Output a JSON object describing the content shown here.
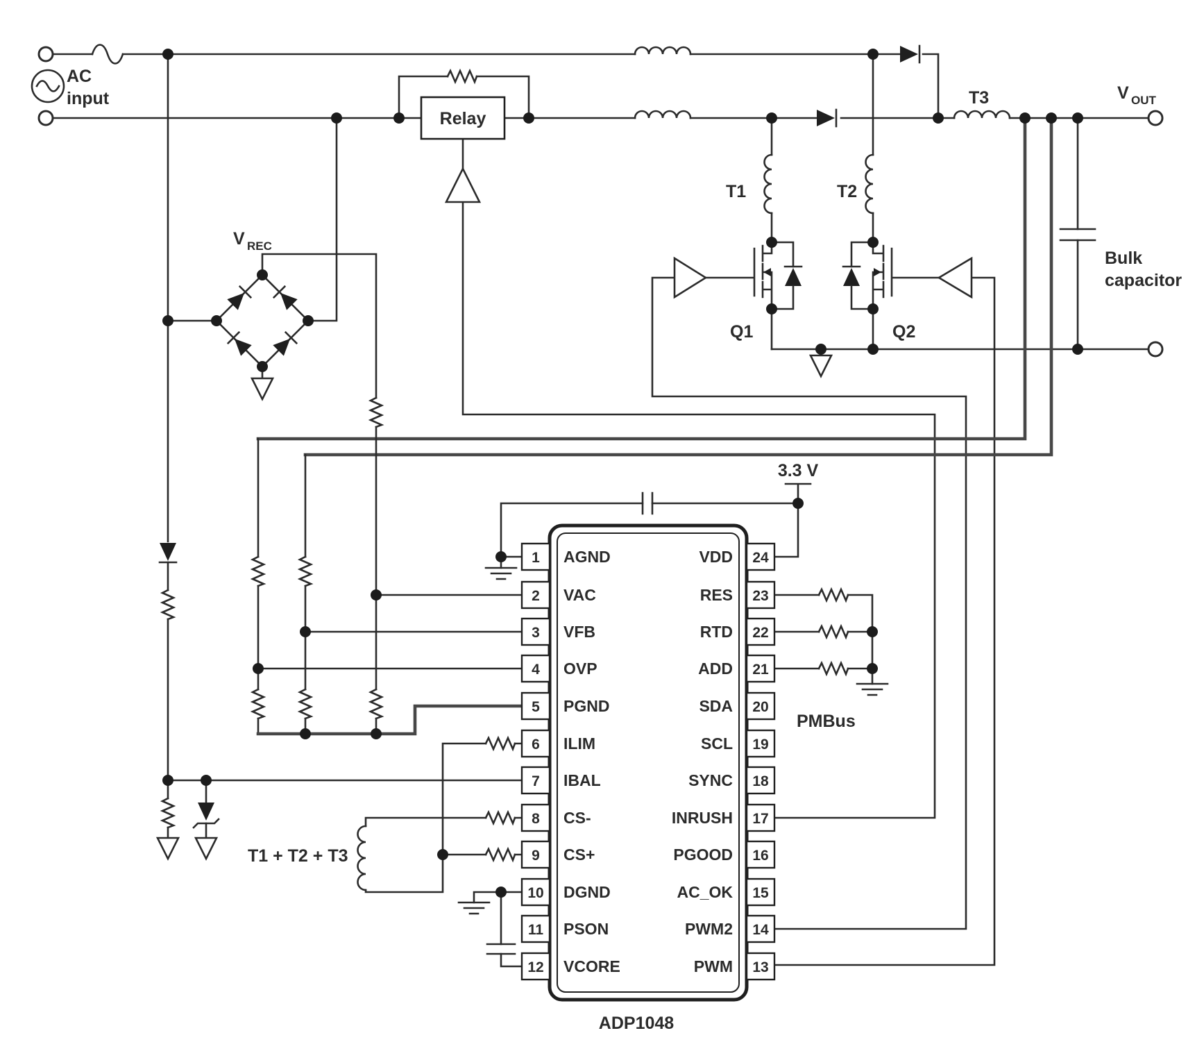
{
  "schematic": {
    "part_number": "ADP1048",
    "labels": {
      "ac1": "AC",
      "ac2": "input",
      "relay": "Relay",
      "vrec_v": "V",
      "vrec_sub": "REC",
      "vout_v": "V",
      "vout_sub": "OUT",
      "t1": "T1",
      "t2": "T2",
      "t3": "T3",
      "q1": "Q1",
      "q2": "Q2",
      "bulk1": "Bulk",
      "bulk2": "capacitor",
      "v33": "3.3 V",
      "pmbus": "PMBus",
      "ct": "T1 + T2 + T3",
      "part": "ADP1048"
    },
    "ic": {
      "left_pins": [
        {
          "num": "1",
          "name": "AGND"
        },
        {
          "num": "2",
          "name": "VAC"
        },
        {
          "num": "3",
          "name": "VFB"
        },
        {
          "num": "4",
          "name": "OVP"
        },
        {
          "num": "5",
          "name": "PGND"
        },
        {
          "num": "6",
          "name": "ILIM"
        },
        {
          "num": "7",
          "name": "IBAL"
        },
        {
          "num": "8",
          "name": "CS-"
        },
        {
          "num": "9",
          "name": "CS+"
        },
        {
          "num": "10",
          "name": "DGND"
        },
        {
          "num": "11",
          "name": "PSON"
        },
        {
          "num": "12",
          "name": "VCORE"
        }
      ],
      "right_pins": [
        {
          "num": "24",
          "name": "VDD"
        },
        {
          "num": "23",
          "name": "RES"
        },
        {
          "num": "22",
          "name": "RTD"
        },
        {
          "num": "21",
          "name": "ADD"
        },
        {
          "num": "20",
          "name": "SDA"
        },
        {
          "num": "19",
          "name": "SCL"
        },
        {
          "num": "18",
          "name": "SYNC"
        },
        {
          "num": "17",
          "name": "INRUSH"
        },
        {
          "num": "16",
          "name": "PGOOD"
        },
        {
          "num": "15",
          "name": "AC_OK"
        },
        {
          "num": "14",
          "name": "PWM2"
        },
        {
          "num": "13",
          "name": "PWM"
        }
      ]
    }
  }
}
